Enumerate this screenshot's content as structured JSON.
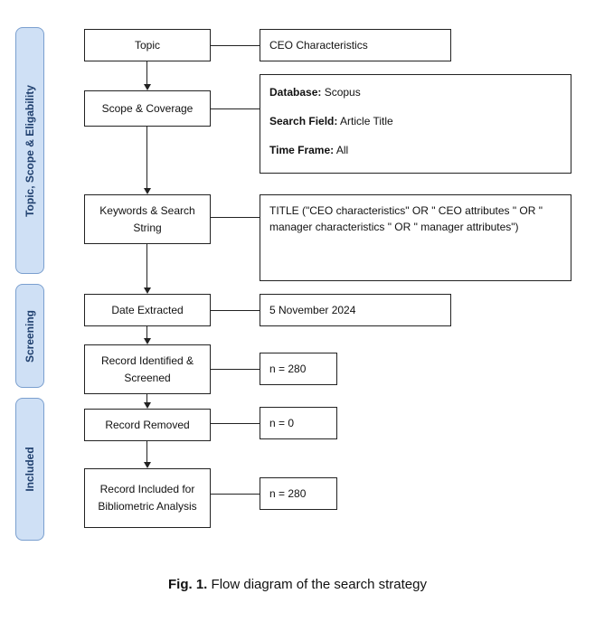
{
  "phases": {
    "topic_scope": "Topic, Scope & Eligability",
    "screening": "Screening",
    "included": "Included"
  },
  "steps": {
    "topic": "Topic",
    "scope": "Scope & Coverage",
    "keywords": "Keywords & Search String",
    "date": "Date Extracted",
    "identified": "Record Identified & Screened",
    "removed": "Record Removed",
    "included": "Record Included for Bibliometric Analysis"
  },
  "details": {
    "topic": "CEO Characteristics",
    "scope": {
      "database_label": "Database:",
      "database_value": "Scopus",
      "field_label": "Search Field:",
      "field_value": "Article Title",
      "time_label": "Time Frame:",
      "time_value": "All"
    },
    "keywords": "TITLE (\"CEO characteristics\" OR \" CEO attributes \" OR \" manager characteristics \" OR \" manager attributes\")",
    "date": "5 November 2024",
    "identified": "n = 280",
    "removed": "n = 0",
    "included": "n = 280"
  },
  "caption": {
    "label": "Fig. 1.",
    "text": "Flow diagram of the search strategy"
  }
}
